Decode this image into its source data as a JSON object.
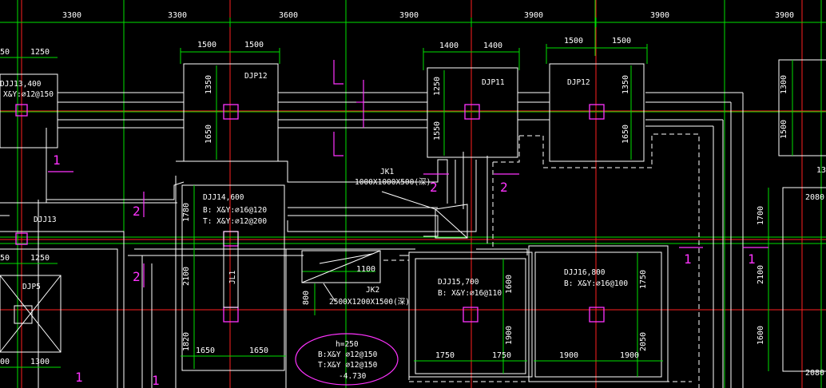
{
  "colors": {
    "background": "#000000",
    "axis_red": "#ff2020",
    "grid_green": "#00e000",
    "outline_white": "#ffffff",
    "section_magenta": "#ff33ff"
  },
  "top_dims": [
    "3300",
    "3300",
    "3600",
    "3900",
    "3900",
    "3900",
    "3900"
  ],
  "footings": {
    "djp12_a": {
      "name": "DJP12",
      "w1": "1500",
      "w2": "1500",
      "h1": "1350",
      "h2": "1650"
    },
    "djp11": {
      "name": "DJP11",
      "w1": "1400",
      "w2": "1400",
      "h1": "1250",
      "h2": "1550"
    },
    "djp12_b": {
      "name": "DJP12",
      "w1": "1500",
      "w2": "1500",
      "h1": "1350",
      "h2": "1650"
    },
    "djj13_top": {
      "name": "DJJ13,400",
      "reinf": "X&Y:⌀12@150"
    },
    "djj13_mid": {
      "name": "DJJ13"
    },
    "left_dims": {
      "a": "50",
      "b": "1250",
      "c": "50",
      "d": "1250",
      "e": "00",
      "f": "1300"
    },
    "djp5": {
      "name": "DJP5"
    },
    "djj14": {
      "name": "DJJ14,600",
      "reinf_b": "B: X&Y:⌀16@120",
      "reinf_t": "T: X&Y:⌀12@200",
      "h1": "1780",
      "h2": "2100",
      "h3": "1820",
      "w1": "1650",
      "w2": "1650",
      "beam": "JL1"
    },
    "djj15": {
      "name": "DJJ15,700",
      "reinf_b": "B: X&Y:⌀16@110",
      "h1": "1600",
      "h2": "1900",
      "w1": "1750",
      "w2": "1750"
    },
    "djj16": {
      "name": "DJJ16,800",
      "reinf_b": "B: X&Y:⌀16@100",
      "h1": "1750",
      "h2": "2050",
      "w1": "1900",
      "w2": "1900"
    },
    "right_a": {
      "h1": "1300",
      "h2": "1500",
      "note": "13"
    },
    "right_b": {
      "top": "2080",
      "h1": "1700",
      "h2": "2100",
      "h3": "1600",
      "bottom": "2080"
    }
  },
  "jk1": {
    "name": "JK1",
    "size": "1000X1000X500(深)"
  },
  "jk2": {
    "name": "JK2",
    "size": "2500X1200X1500(深)",
    "w": "1100",
    "h": "800"
  },
  "slab_note": {
    "h": "h=250",
    "b": "B:X&Y ⌀12@150",
    "t": "T:X&Y ⌀12@150",
    "elev": "-4.730"
  },
  "section_marks": {
    "one": "1",
    "two": "2"
  }
}
